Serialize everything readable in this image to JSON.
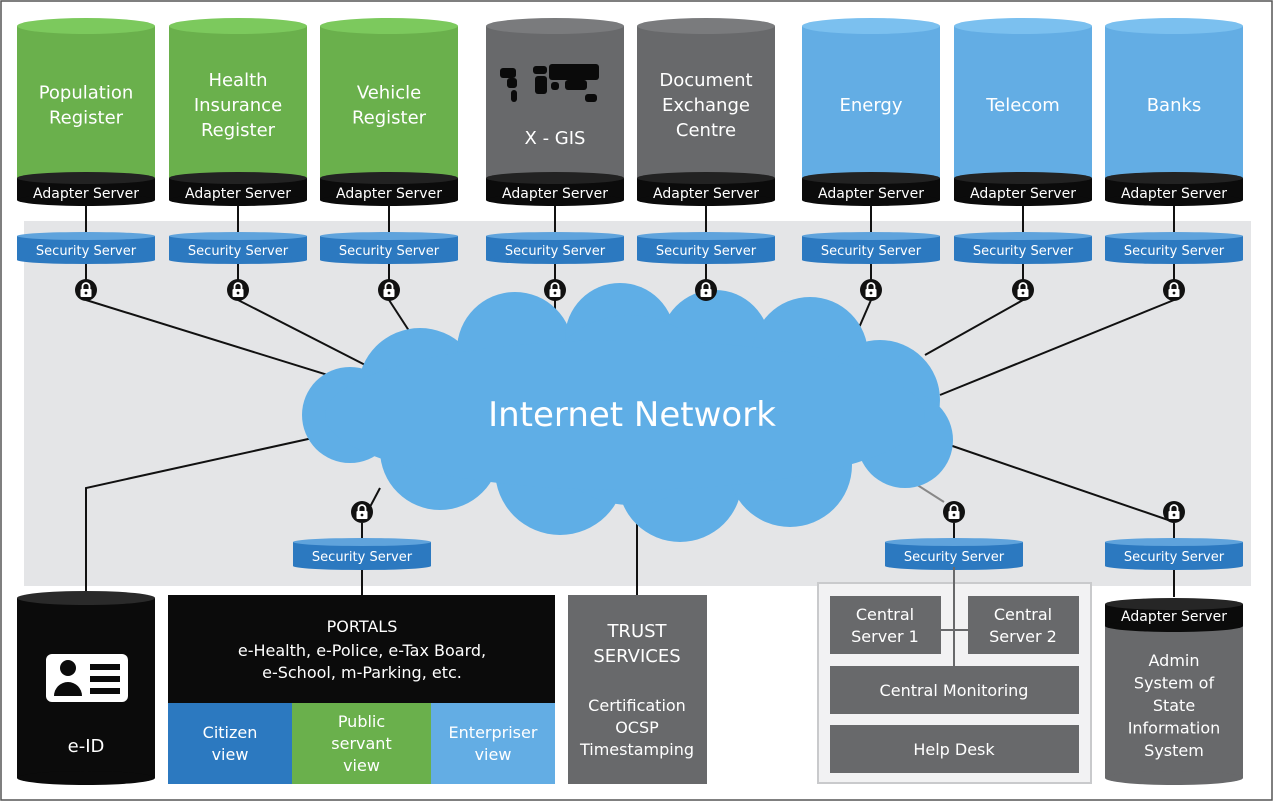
{
  "colors": {
    "green": "#6ab04c",
    "green_top": "#7cc95d",
    "dark_gray": "#68696b",
    "dark_gray_top": "#7a7b7d",
    "blue": "#63ade4",
    "blue_top": "#7bc0ef",
    "security_blue": "#2c79c0",
    "black": "#0b0b0b",
    "network_panel": "#e4e5e7",
    "cloud": "#5faee6"
  },
  "databases": [
    {
      "id": "population",
      "lines": [
        "Population",
        "Register"
      ],
      "adapter": "Adapter Server",
      "security": "Security Server"
    },
    {
      "id": "health",
      "lines": [
        "Health",
        "Insurance",
        "Register"
      ],
      "adapter": "Adapter Server",
      "security": "Security Server"
    },
    {
      "id": "vehicle",
      "lines": [
        "Vehicle",
        "Register"
      ],
      "adapter": "Adapter Server",
      "security": "Security Server"
    },
    {
      "id": "xgis",
      "lines": [
        "X - GIS"
      ],
      "icon": "world-map-icon",
      "adapter": "Adapter Server",
      "security": "Security Server"
    },
    {
      "id": "docex",
      "lines": [
        "Document",
        "Exchange",
        "Centre"
      ],
      "adapter": "Adapter Server",
      "security": "Security Server"
    },
    {
      "id": "energy",
      "lines": [
        "Energy"
      ],
      "adapter": "Adapter Server",
      "security": "Security Server"
    },
    {
      "id": "telecom",
      "lines": [
        "Telecom"
      ],
      "adapter": "Adapter Server",
      "security": "Security Server"
    },
    {
      "id": "banks",
      "lines": [
        "Banks"
      ],
      "adapter": "Adapter Server",
      "security": "Security Server"
    }
  ],
  "network": {
    "label": "Internet Network"
  },
  "eid": {
    "label": "e-ID",
    "icon": "id-card-icon"
  },
  "portals": {
    "title": "PORTALS",
    "lines": [
      "e-Health, e-Police, e-Tax Board,",
      "e-School, m-Parking, etc."
    ],
    "security": "Security Server",
    "views": [
      {
        "lines": [
          "Citizen",
          "view"
        ]
      },
      {
        "lines": [
          "Public",
          "servant",
          "view"
        ]
      },
      {
        "lines": [
          "Enterpriser",
          "view"
        ]
      }
    ]
  },
  "trust": {
    "title_lines": [
      "TRUST",
      "SERVICES"
    ],
    "lines": [
      "Certification",
      "OCSP",
      "Timestamping"
    ]
  },
  "central": {
    "security": "Security Server",
    "server1": [
      "Central",
      "Server 1"
    ],
    "server2": [
      "Central",
      "Server 2"
    ],
    "monitoring": "Central Monitoring",
    "helpdesk": "Help Desk"
  },
  "admin": {
    "security": "Security Server",
    "adapter": "Adapter Server",
    "lines": [
      "Admin",
      "System of",
      "State",
      "Information",
      "System"
    ]
  }
}
